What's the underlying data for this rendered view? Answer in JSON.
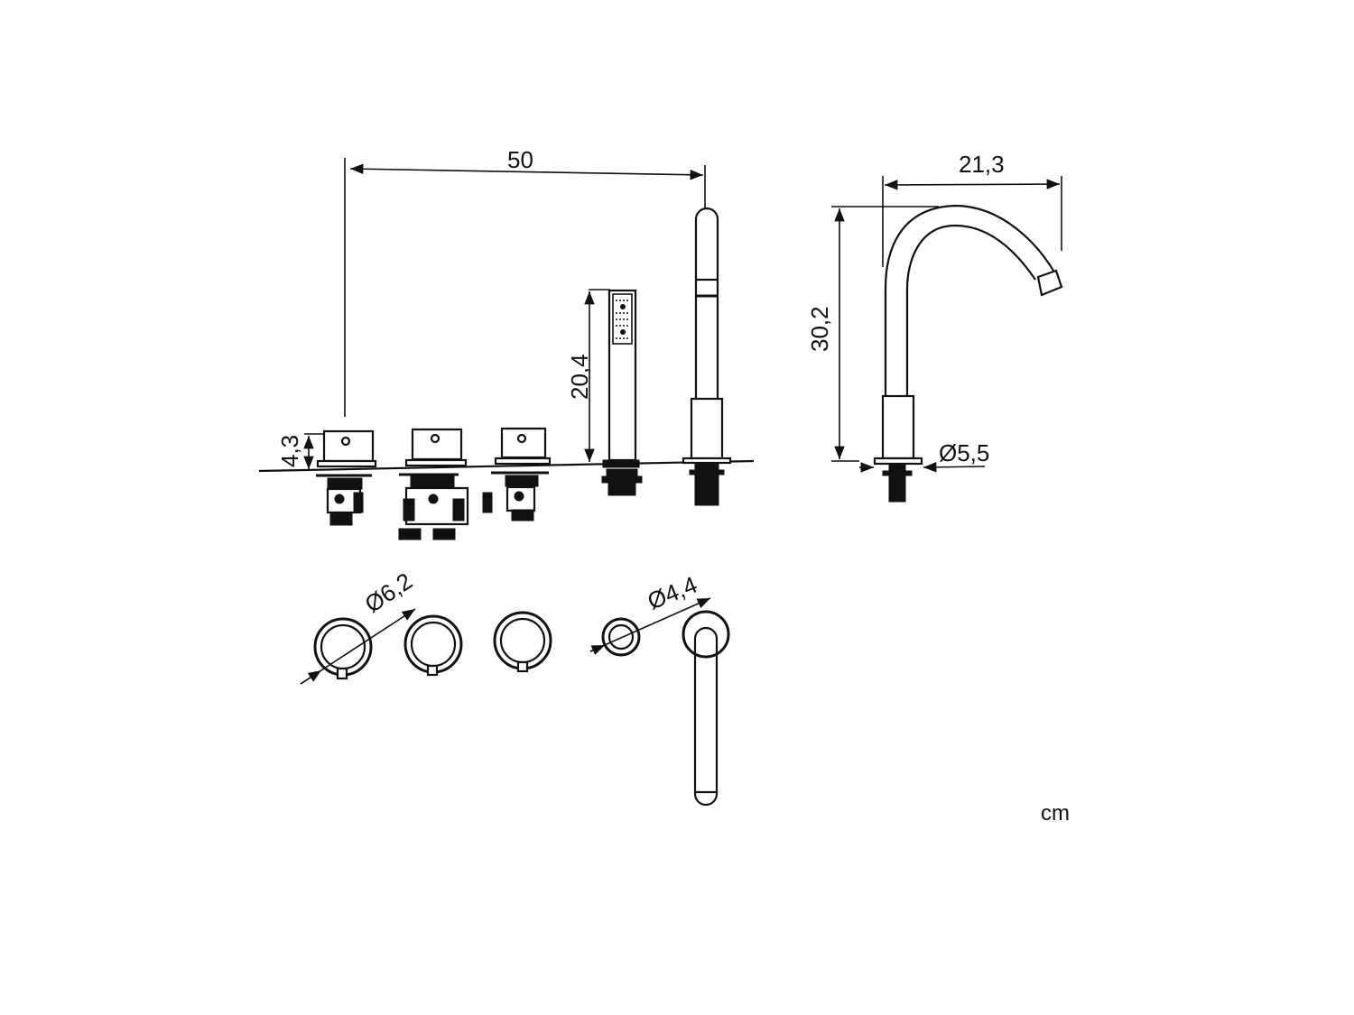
{
  "diagram": {
    "type": "technical-dimension-drawing",
    "subject": "5-hole deck-mounted bath mixer set",
    "unit": "cm",
    "components": [
      "mixer-valve-1",
      "mixer-valve-2 (diverter)",
      "mixer-valve-3",
      "hand-shower",
      "spout"
    ],
    "dimensions": {
      "total_width": "50",
      "valve_height": "4,3",
      "hand_shower_height": "20,4",
      "spout_height": "30,2",
      "spout_reach": "21,3",
      "spout_base_diameter": "Ø5,5",
      "valve_diameter": "Ø6,2",
      "hand_shower_base_diameter": "Ø4,4"
    }
  }
}
